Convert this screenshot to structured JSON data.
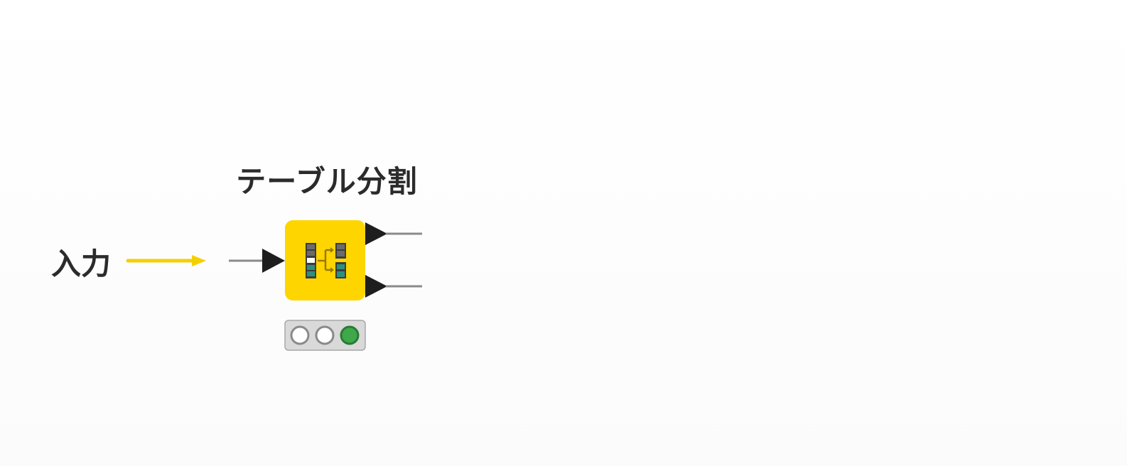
{
  "input_label": "入力",
  "node": {
    "title": "テーブル分割",
    "icon": "table-split-icon",
    "color": "#FFD500",
    "in_ports": 1,
    "out_ports": 2,
    "status": [
      "idle",
      "idle",
      "executed"
    ]
  },
  "colors": {
    "flow_arrow": "#F4D000",
    "connection": "#8a8a8a",
    "port": "#1e1e1e",
    "status_bg": "#d9d9d9",
    "status_ok": "#3fa84a",
    "status_off": "#ffffff",
    "text": "#2b2b2b"
  }
}
